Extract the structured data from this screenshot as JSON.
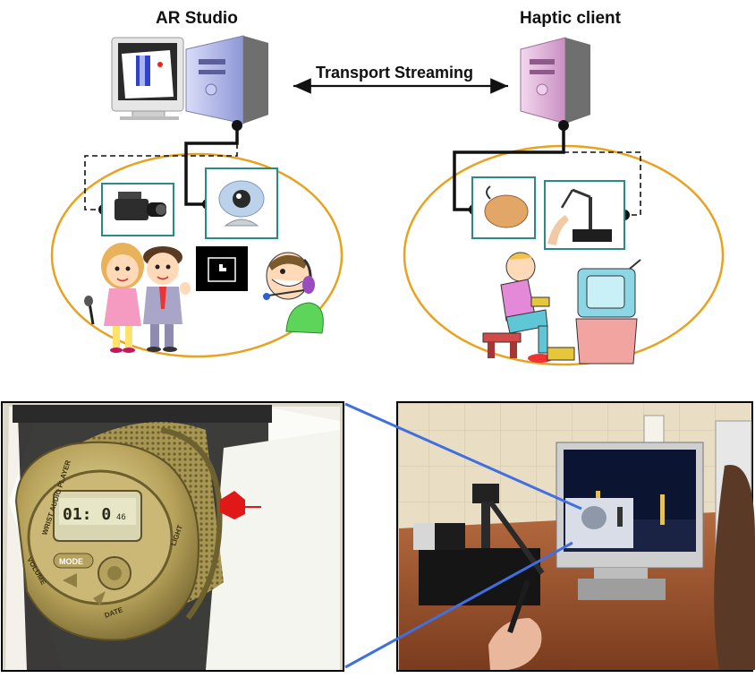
{
  "diagram": {
    "nodes": {
      "ar_studio": {
        "title": "AR Studio"
      },
      "haptic_client": {
        "title": "Haptic client"
      }
    },
    "edges": {
      "transport": {
        "label": "Transport Streaming"
      }
    },
    "watch_display": {
      "brand": "WRIST AUDIO PLAYER",
      "time": "01: 0",
      "seconds": "46",
      "mode_button": "MODE",
      "volume_label": "VOLUME",
      "date_label": "DATE",
      "light_label": "LIGHT"
    }
  },
  "colors": {
    "ellipse_stroke": "#e8a21f",
    "device_frame": "#2b8a86",
    "connector": "#111111",
    "zoom_line": "#3f6fe0",
    "watch_gold": "#b7a25a"
  }
}
